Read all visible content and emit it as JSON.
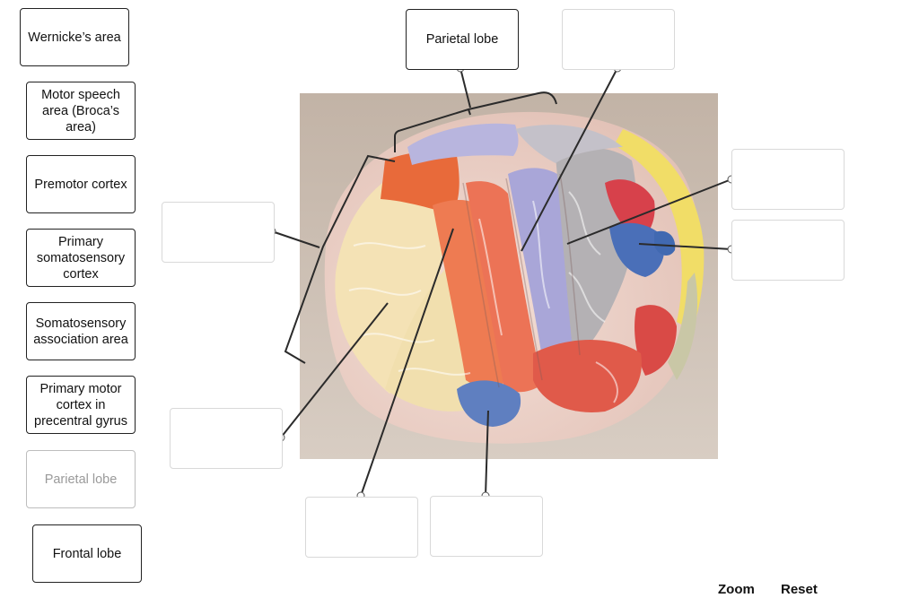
{
  "label_bank": [
    {
      "text": "Wernicke’s area",
      "used": false
    },
    {
      "text": "Motor speech area (Broca’s area)",
      "used": false
    },
    {
      "text": "Premotor cortex",
      "used": false
    },
    {
      "text": "Primary somatosensory cortex",
      "used": false
    },
    {
      "text": "Somatosensory association area",
      "used": false
    },
    {
      "text": "Primary motor cortex in precentral gyrus",
      "used": false
    },
    {
      "text": "Parietal lobe",
      "used": true
    },
    {
      "text": "Frontal lobe",
      "used": false
    }
  ],
  "targets": [
    {
      "id": "top-left",
      "text": "Parietal lobe"
    },
    {
      "id": "top-right",
      "text": ""
    },
    {
      "id": "left-upper",
      "text": ""
    },
    {
      "id": "right-upper",
      "text": ""
    },
    {
      "id": "right-lower",
      "text": ""
    },
    {
      "id": "left-lower",
      "text": ""
    },
    {
      "id": "bottom-left",
      "text": ""
    },
    {
      "id": "bottom-right",
      "text": ""
    }
  ],
  "controls": {
    "zoom": "Zoom",
    "reset": "Reset"
  },
  "colors": {
    "border_dark": "#222222",
    "border_light": "#d9d9d9",
    "used_text": "#9a9a9a",
    "leader_line": "#2b2b2b"
  }
}
